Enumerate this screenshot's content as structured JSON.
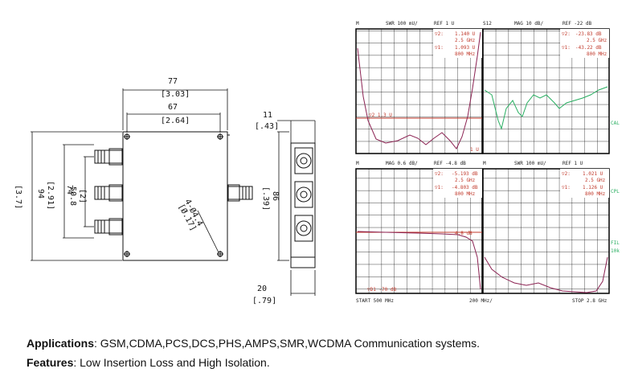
{
  "drawing": {
    "dims": {
      "w77": "77",
      "w77_in": "[3.03]",
      "w67": "67",
      "w67_in": "[2.64]",
      "d11": "11",
      "d11_in": "[.43]",
      "h94": "94",
      "h94_in": "[3.7]",
      "h74": "74",
      "h74_in": "[2.91]",
      "h508": "50.8",
      "h508_in": "[2]",
      "h86": "86",
      "h86_in": "[.39]",
      "hole": "4-Ø4.4",
      "hole_in": "[Ø.17]",
      "d20": "20",
      "d20_in": "[.79]"
    }
  },
  "plots": [
    {
      "left": "M",
      "mid": "SWR 100 mU/",
      "right": "REF 1 U",
      "m2": "▽2:",
      "m2_v1": "1.140 U",
      "m2_v2": "2.5 GHz",
      "m1": "▽1:",
      "m1_v1": "1.093 U",
      "m1_v2": "800 MHz",
      "extra": "▽2 1.3 U",
      "foot": "1 U"
    },
    {
      "left": "S12",
      "mid": "MAG 10 dB/",
      "right": "REF -22 dB",
      "m2": "▽2:",
      "m2_v1": "-23.83 dB",
      "m2_v2": "2.5 GHz",
      "m1": "▽1:",
      "m1_v1": "-43.22 dB",
      "m1_v2": "800 MHz",
      "side1": "CAL"
    },
    {
      "left": "M",
      "mid": "MAG 0.6 dB/",
      "right": "REF -4.8 dB",
      "m2": "▽2:",
      "m2_v1": "-5.193 dB",
      "m2_v2": "2.5 GHz",
      "m1": "▽1:",
      "m1_v1": "-4.803 dB",
      "m1_v2": "800 MHz",
      "extra": "4.8 dB",
      "foot": "▽D1 -70 dB"
    },
    {
      "left": "M",
      "mid": "SWR 100 mU/",
      "right": "REF 1 U",
      "m2": "▽2:",
      "m2_v1": "1.021 U",
      "m2_v2": "2.5 GHz",
      "m1": "▽1:",
      "m1_v1": "1.126 U",
      "m1_v2": "800 MHz",
      "side1": "CPL",
      "side2": "FIL",
      "side3": "10k"
    }
  ],
  "axis": {
    "start": "START 500 MHz",
    "mid": "200 MHz/",
    "stop": "STOP 2.8 GHz"
  },
  "colors": {
    "marker": "#c0392b",
    "trace_s12": "#27ae60",
    "trace": "#8b2252",
    "grid": "#000000"
  },
  "applications": {
    "label": "Applications",
    "text": ": GSM,CDMA,PCS,DCS,PHS,AMPS,SMR,WCDMA Communication systems."
  },
  "features": {
    "label": "Features",
    "text": ": Low Insertion Loss and High Isolation."
  }
}
